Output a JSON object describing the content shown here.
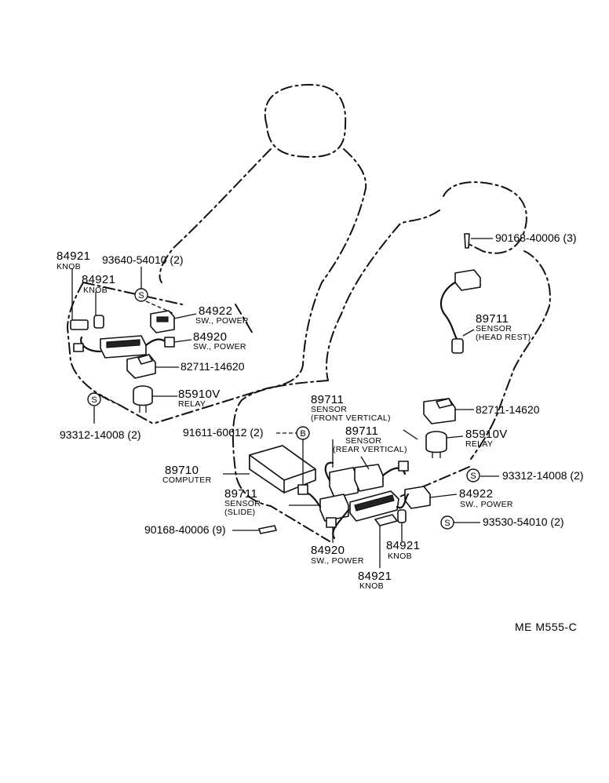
{
  "labels": {
    "l1": {
      "pn": "84921",
      "name": "KNOB"
    },
    "l2": {
      "pn": "84921",
      "name": "KNOB"
    },
    "l3": {
      "pn": "93640-54010 (2)"
    },
    "l4": {
      "pn": "84922",
      "name": "SW., POWER"
    },
    "l5": {
      "pn": "84920",
      "name": "SW., POWER"
    },
    "l6": {
      "pn": "82711-14620"
    },
    "l7": {
      "pn": "85910V",
      "name": "RELAY"
    },
    "l8": {
      "pn": "93312-14008 (2)"
    },
    "r1": {
      "pn": "90168-40006 (3)"
    },
    "r2": {
      "pn": "89711",
      "name1": "SENSOR",
      "name2": "(HEAD REST)"
    },
    "r3": {
      "pn": "82711-14620"
    },
    "r4": {
      "pn": "85910V",
      "name": "RELAY"
    },
    "r5": {
      "pn": "93312-14008 (2)"
    },
    "r6": {
      "pn": "84922",
      "name": "SW., POWER"
    },
    "r7": {
      "pn": "93530-54010 (2)"
    },
    "c1": {
      "pn": "89711",
      "name1": "SENSOR",
      "name2": "(FRONT VERTICAL)"
    },
    "c2": {
      "pn": "89711",
      "name1": "SENSOR",
      "name2": "(REAR VERTICAL)"
    },
    "c3": {
      "pn": "91611-60612 (2)"
    },
    "c4": {
      "pn": "89710",
      "name": "COMPUTER"
    },
    "c5": {
      "pn": "89711",
      "name1": "SENSOR",
      "name2": "(SLIDE)"
    },
    "c6": {
      "pn": "90168-40006 (9)"
    },
    "c7": {
      "pn": "84920",
      "name": "SW., POWER"
    },
    "c8": {
      "pn": "84921",
      "name": "KNOB"
    },
    "c9": {
      "pn": "84921",
      "name": "KNOB"
    }
  },
  "symbols": {
    "screw": "S",
    "bolt": "B"
  },
  "diagram_code": "ME M555-C"
}
